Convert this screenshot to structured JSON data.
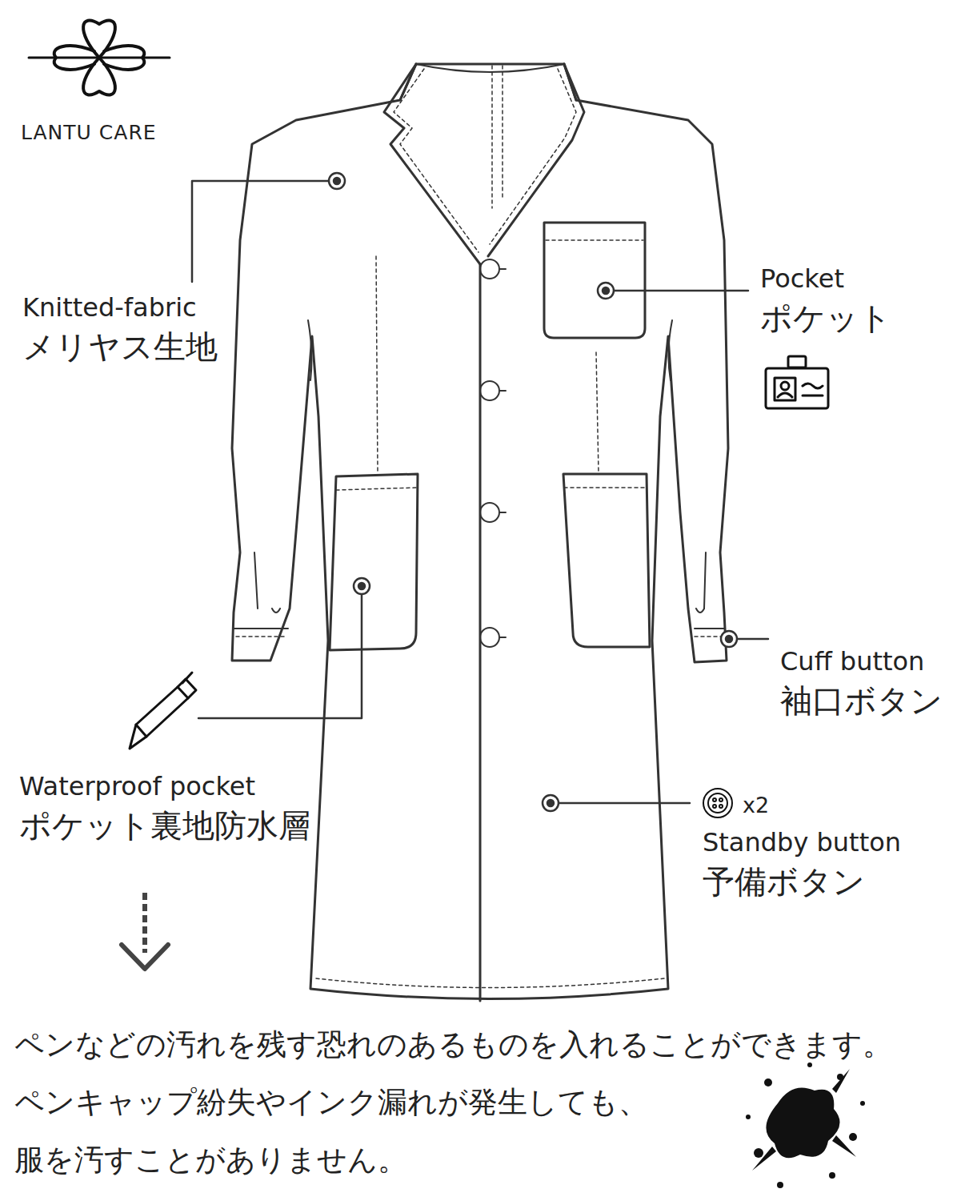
{
  "diagram": {
    "labels": [
      "LANTU CARE",
      "Knitted-fabric",
      "メリヤス生地",
      "Pocket",
      "ポケット",
      "Cuff button",
      "袖口ボタン",
      "Waterproof pocket",
      "ポケット裏地防水層",
      "x2",
      "Standby button",
      "予備ボタン",
      "ペンなどの汚れを残す恐れのあるものを入れることができます。",
      "ペンキャップ紛失やインク漏れが発生しても、",
      "服を汚すことがありません。"
    ]
  }
}
